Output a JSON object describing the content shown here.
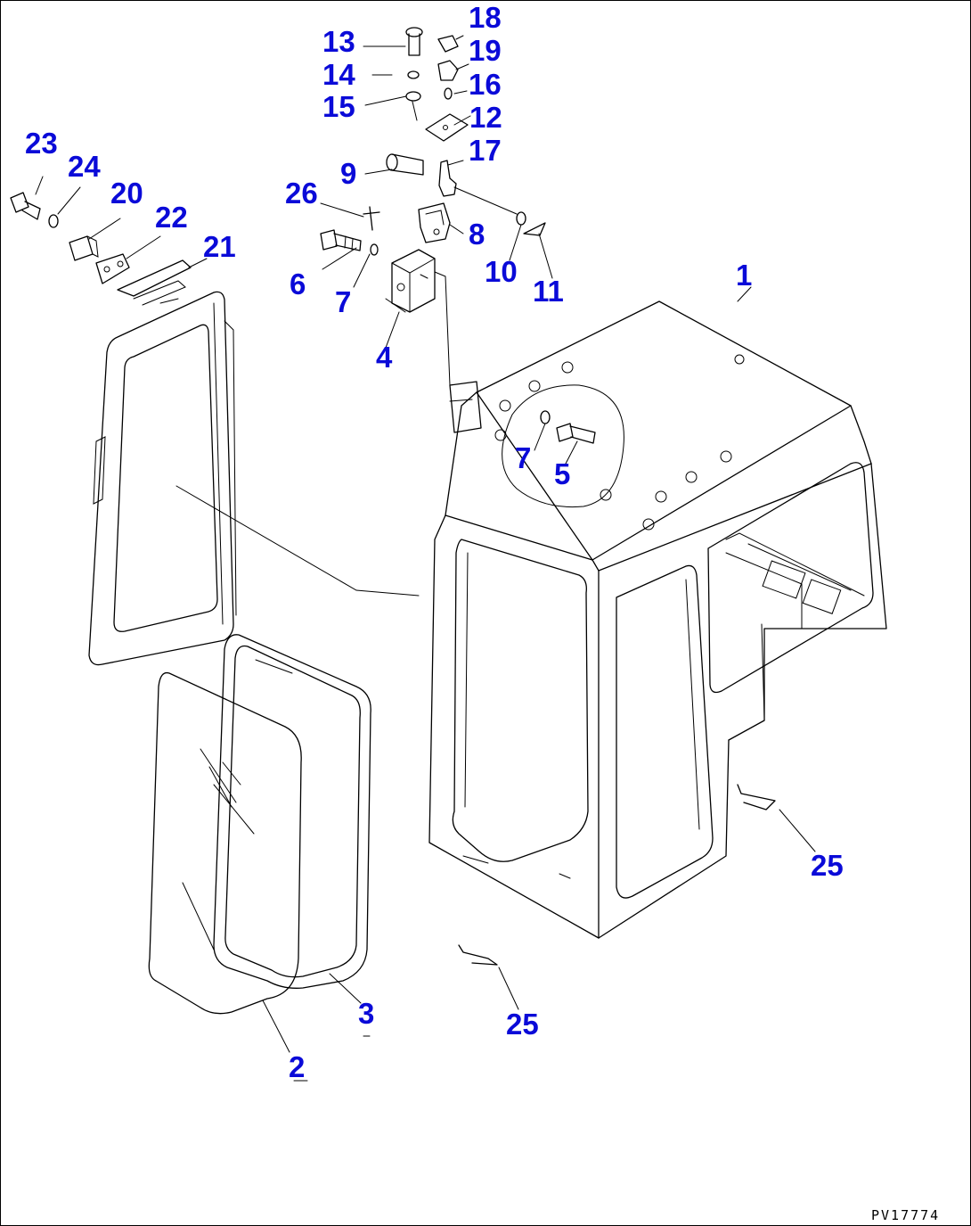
{
  "diagram": {
    "document_id": "PV17774",
    "callouts": [
      {
        "key": "p1",
        "label": "1"
      },
      {
        "key": "p2",
        "label": "2"
      },
      {
        "key": "p3",
        "label": "3"
      },
      {
        "key": "p4",
        "label": "4"
      },
      {
        "key": "p5",
        "label": "5"
      },
      {
        "key": "p6",
        "label": "6"
      },
      {
        "key": "p7a",
        "label": "7"
      },
      {
        "key": "p7b",
        "label": "7"
      },
      {
        "key": "p8",
        "label": "8"
      },
      {
        "key": "p9",
        "label": "9"
      },
      {
        "key": "p10",
        "label": "10"
      },
      {
        "key": "p11",
        "label": "11"
      },
      {
        "key": "p12",
        "label": "12"
      },
      {
        "key": "p13",
        "label": "13"
      },
      {
        "key": "p14",
        "label": "14"
      },
      {
        "key": "p15",
        "label": "15"
      },
      {
        "key": "p16",
        "label": "16"
      },
      {
        "key": "p17",
        "label": "17"
      },
      {
        "key": "p18",
        "label": "18"
      },
      {
        "key": "p19",
        "label": "19"
      },
      {
        "key": "p20",
        "label": "20"
      },
      {
        "key": "p21",
        "label": "21"
      },
      {
        "key": "p22",
        "label": "22"
      },
      {
        "key": "p23",
        "label": "23"
      },
      {
        "key": "p24",
        "label": "24"
      },
      {
        "key": "p25a",
        "label": "25"
      },
      {
        "key": "p25b",
        "label": "25"
      },
      {
        "key": "p26",
        "label": "26"
      }
    ]
  }
}
